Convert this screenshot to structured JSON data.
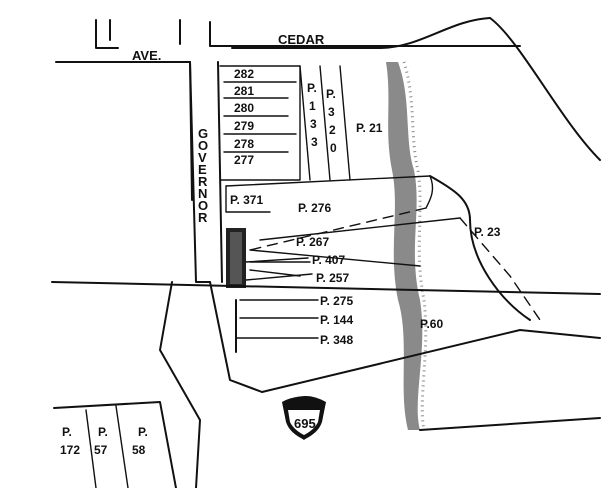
{
  "roads": {
    "cedar": "CEDAR",
    "ave": "AVE.",
    "governor": [
      "G",
      "O",
      "V",
      "E",
      "R",
      "N",
      "O",
      "R"
    ]
  },
  "lots": {
    "l282": "282",
    "l281": "281",
    "l280": "280",
    "l279": "279",
    "l278": "278",
    "l277": "277"
  },
  "parcels": {
    "p130_p": "P.",
    "p130_digits": [
      "1",
      "3",
      "3"
    ],
    "p320_p": "P.",
    "p320_digits": [
      "3",
      "2",
      "0"
    ],
    "p21": "P. 21",
    "p371": "P. 371",
    "p276": "P. 276",
    "p267": "P. 267",
    "p407": "P. 407",
    "p257": "P. 257",
    "p275": "P. 275",
    "p144": "P. 144",
    "p348": "P. 348",
    "p60": "P.60",
    "p23": "P. 23"
  },
  "bottom_parcels": [
    {
      "p": "P.",
      "num": "172"
    },
    {
      "p": "P.",
      "num": "57"
    },
    {
      "p": "P.",
      "num": "58"
    }
  ],
  "highway": {
    "label": "695"
  }
}
